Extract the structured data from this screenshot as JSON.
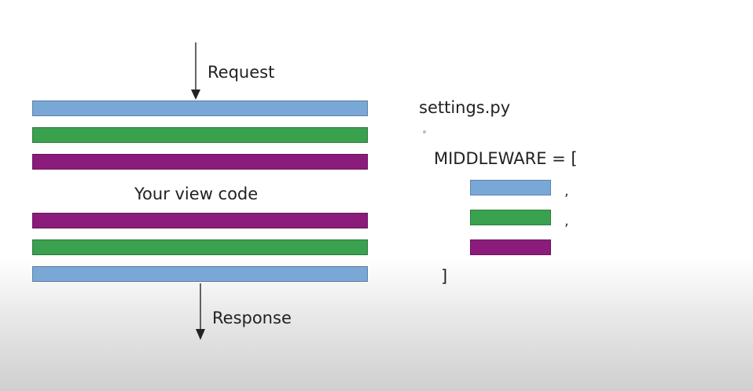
{
  "diagram": {
    "request_label": "Request",
    "response_label": "Response",
    "view_label": "Your view code",
    "layers_top": [
      {
        "color": "blue"
      },
      {
        "color": "green"
      },
      {
        "color": "purple"
      }
    ],
    "layers_bottom": [
      {
        "color": "purple"
      },
      {
        "color": "green"
      },
      {
        "color": "blue"
      }
    ]
  },
  "settings": {
    "filename": "settings.py",
    "middleware_open": "MIDDLEWARE = [",
    "middleware_close": "]",
    "separator": ",",
    "entries": [
      {
        "color": "blue"
      },
      {
        "color": "green"
      },
      {
        "color": "purple"
      }
    ]
  },
  "colors": {
    "blue": "#7aa8d6",
    "green": "#3aa14f",
    "purple": "#8b1c7b"
  }
}
